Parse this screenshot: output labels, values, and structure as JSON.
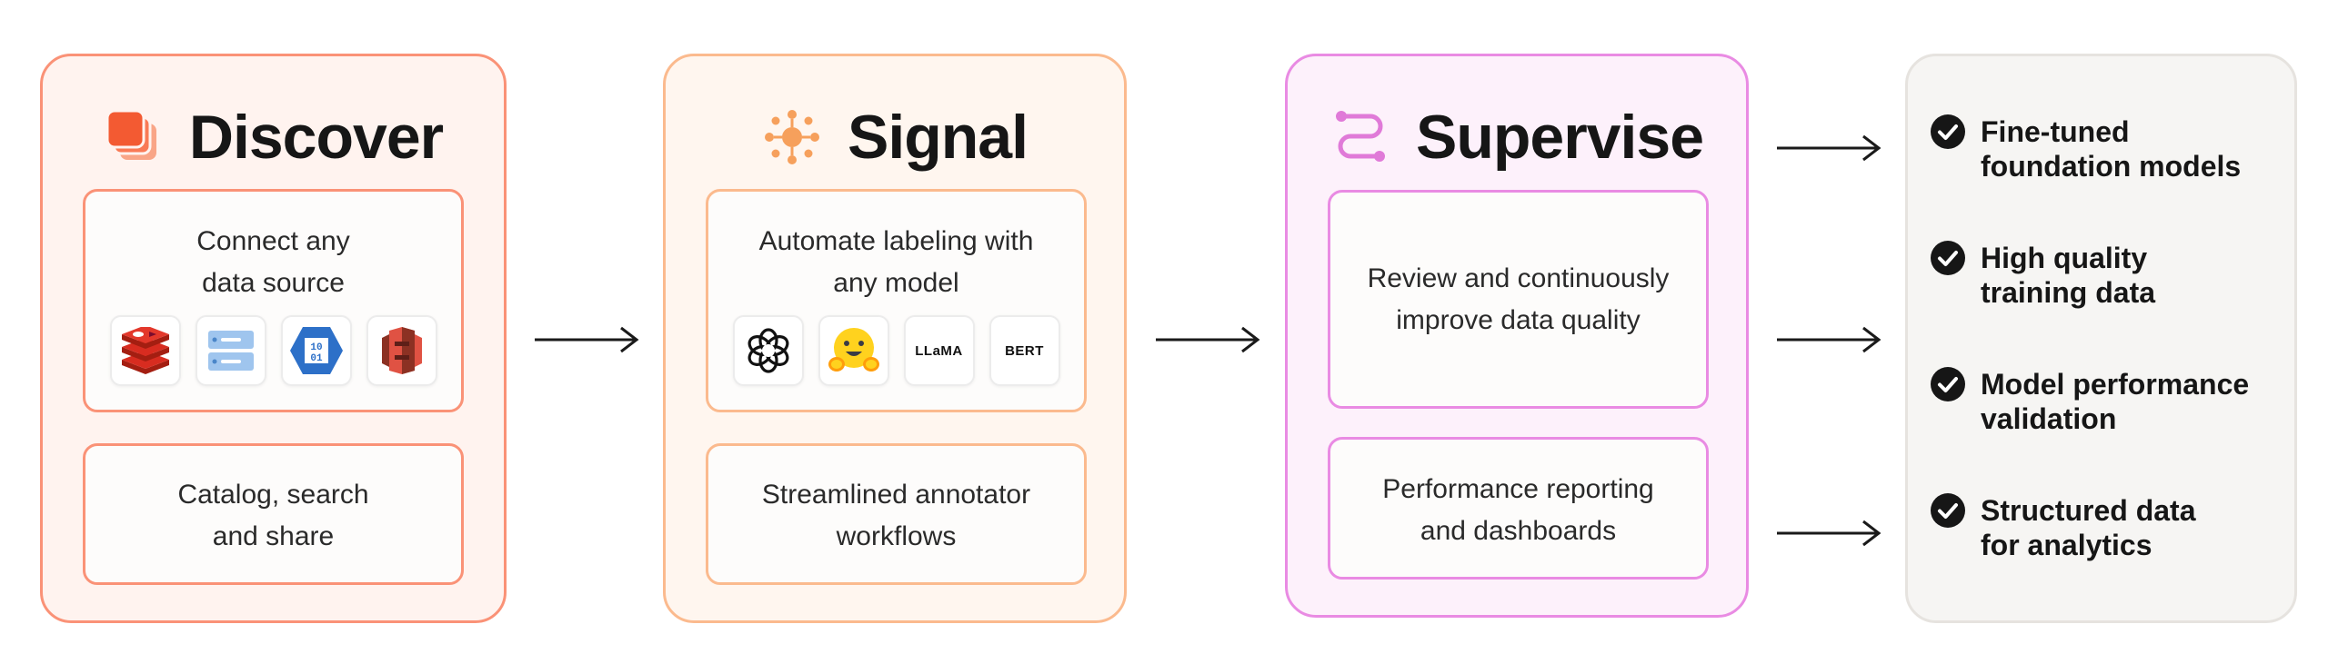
{
  "discover": {
    "title": "Discover",
    "icon": "stacked-layers-icon",
    "box1_lines": [
      "Connect any",
      "data source"
    ],
    "logos": [
      "redis-logo-icon",
      "database-server-icon",
      "binary-hexagon-icon",
      "aws-s3-bucket-icon"
    ],
    "box2_lines": [
      "Catalog, search",
      "and share"
    ]
  },
  "signal": {
    "title": "Signal",
    "icon": "sparkle-node-icon",
    "box1_lines": [
      "Automate labeling with",
      "any model"
    ],
    "logos": [
      "openai-logo-icon",
      "hugging-face-emoji-icon",
      "llama-logo-icon",
      "bert-logo-icon"
    ],
    "llama_label": "LLaMA",
    "bert_label": "BERT",
    "box2_lines": [
      "Streamlined annotator",
      "workflows"
    ]
  },
  "supervise": {
    "title": "Supervise",
    "icon": "flow-path-icon",
    "box1_lines": [
      "Review and continuously",
      "improve data quality"
    ],
    "box2_lines": [
      "Performance reporting",
      "and dashboards"
    ]
  },
  "results": [
    {
      "lines": [
        "Fine-tuned",
        "foundation models"
      ]
    },
    {
      "lines": [
        "High quality",
        "training data"
      ]
    },
    {
      "lines": [
        "Model performance",
        "validation"
      ]
    },
    {
      "lines": [
        "Structured data",
        "for analytics"
      ]
    }
  ],
  "colors": {
    "discover_accent": "#fa9277",
    "signal_accent": "#fbba8e",
    "supervise_accent": "#e98be3",
    "results_border": "#e6e3df"
  }
}
